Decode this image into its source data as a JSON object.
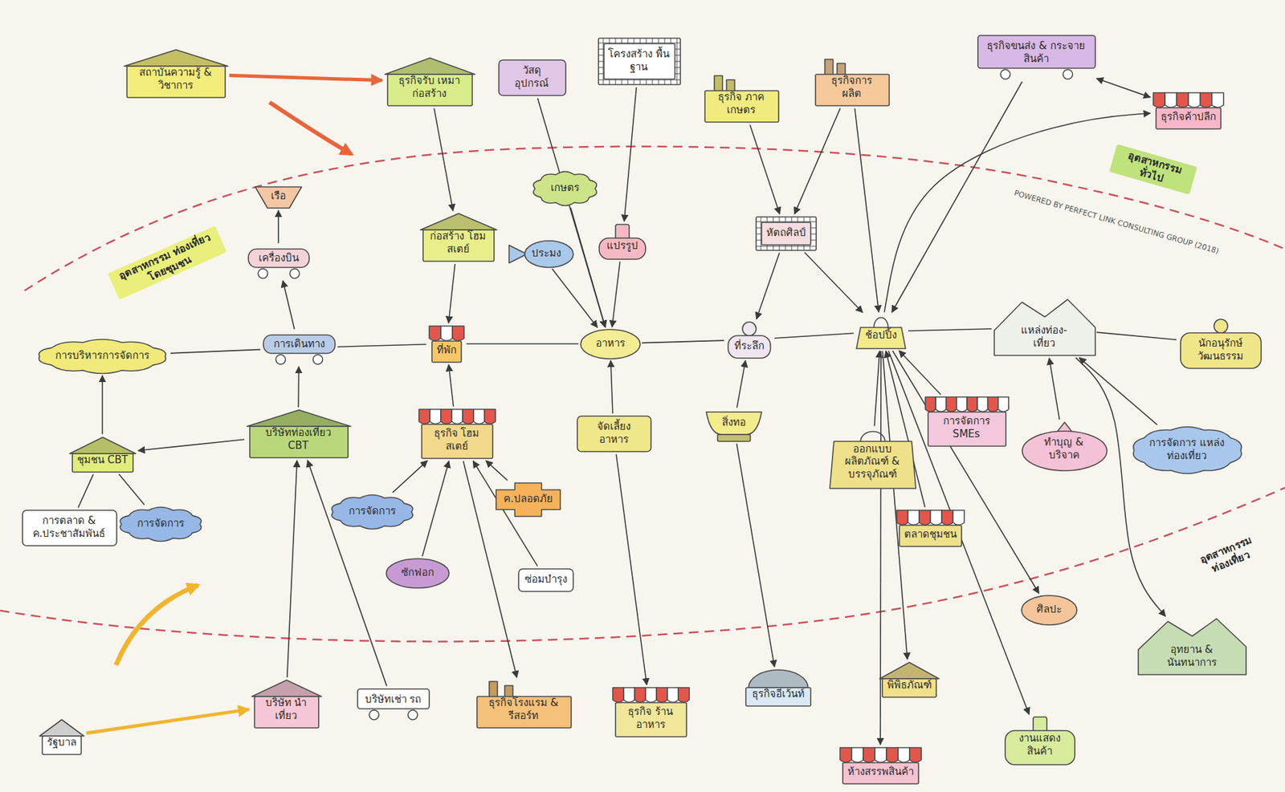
{
  "diagram": {
    "nodes": [
      {
        "text": [
          "สถาบันความรู้ & วิชาการ"
        ]
      },
      {
        "text": [
          "ธุรกิจรับ เหมาก่อสร้าง"
        ]
      },
      {
        "text": [
          "วัสดุ อุปกรณ์"
        ]
      },
      {
        "text": [
          "โครงสร้าง พื้นฐาน"
        ]
      },
      {
        "text": [
          "ธุรกิจ ภาคเกษตร"
        ]
      },
      {
        "text": [
          "ธุรกิจการ ผลิต"
        ]
      },
      {
        "text": [
          "ธุรกิจขนส่ง & กระจายสินค้า"
        ]
      },
      {
        "text": [
          "ธุรกิจค้าปลีก"
        ]
      },
      {
        "text": [
          "เรือ"
        ]
      },
      {
        "text": [
          "เครื่องบิน"
        ]
      },
      {
        "text": [
          "ก่อสร้าง โฮมสเตย์"
        ]
      },
      {
        "text": [
          "เกษตร"
        ]
      },
      {
        "text": [
          "ประมง"
        ]
      },
      {
        "text": [
          "แปรรูป"
        ]
      },
      {
        "text": [
          "หัตถศิลป์"
        ]
      },
      {
        "text": [
          "การบริหารการจัดการ"
        ]
      },
      {
        "text": [
          "การเดินทาง"
        ]
      },
      {
        "text": [
          "ที่พัก"
        ]
      },
      {
        "text": [
          "อาหาร"
        ]
      },
      {
        "text": [
          "ที่ระลึก"
        ]
      },
      {
        "text": [
          "ช้อปปิ้ง"
        ]
      },
      {
        "text": [
          "แหล่งท่อง- เที่ยว"
        ]
      },
      {
        "text": [
          "นักอนุรักษ์ วัฒนธรรม"
        ]
      },
      {
        "text": [
          "ชุมชน CBT"
        ]
      },
      {
        "text": [
          "บริษัทท่องเที่ยว CBT"
        ]
      },
      {
        "text": [
          "ธุรกิจ โฮมสเตย์"
        ]
      },
      {
        "text": [
          "จัดเลี้ยง อาหาร"
        ]
      },
      {
        "text": [
          "สิ่งทอ"
        ]
      },
      {
        "text": [
          "ออกแบบ ผลิตภัณฑ์ & บรรจุภัณฑ์"
        ]
      },
      {
        "text": [
          "การจัดการ SMEs"
        ]
      },
      {
        "text": [
          "ทำบุญ & บริจาค"
        ]
      },
      {
        "text": [
          "การจัดการ แหล่งท่องเที่ยว"
        ]
      },
      {
        "text": [
          "การตลาด & ค.ประชาสัมพันธ์"
        ]
      },
      {
        "text": [
          "การจัดการ"
        ]
      },
      {
        "text": [
          "การจัดการ"
        ]
      },
      {
        "text": [
          "ค.ปลอดภัย"
        ]
      },
      {
        "text": [
          "ซักฟอก"
        ]
      },
      {
        "text": [
          "ซ่อมบำรุง"
        ]
      },
      {
        "text": [
          "ตลาดชุมชน"
        ]
      },
      {
        "text": [
          "ศิลปะ"
        ]
      },
      {
        "text": [
          "อุทยาน & นันทนาการ"
        ]
      },
      {
        "text": [
          "รัฐบาล"
        ]
      },
      {
        "text": [
          "บริษัท นำเที่ยว"
        ]
      },
      {
        "text": [
          "บริษัทเช่า รถ"
        ]
      },
      {
        "text": [
          "ธุรกิจโรงแรม & รีสอร์ท"
        ]
      },
      {
        "text": [
          "ธุรกิจ ร้านอาหาร"
        ]
      },
      {
        "text": [
          "ธุรกิจอีเว้นท์"
        ]
      },
      {
        "text": [
          "พิพิธภัณฑ์"
        ]
      },
      {
        "text": [
          "ห้างสรรพสินค้า"
        ]
      },
      {
        "text": [
          "งานแสดง สินค้า"
        ]
      }
    ],
    "edges": [
      {
        "from": 0,
        "to": 1,
        "arrow": "to"
      },
      {
        "from": 1,
        "to": 10,
        "arrow": "to"
      },
      {
        "from": 2,
        "to": 18,
        "arrow": "to"
      },
      {
        "from": 3,
        "to": 13,
        "arrow": "to"
      },
      {
        "from": 11,
        "to": 18,
        "arrow": "to"
      },
      {
        "from": 12,
        "to": 18,
        "arrow": "to"
      },
      {
        "from": 13,
        "to": 18,
        "arrow": "to"
      },
      {
        "from": 10,
        "to": 17,
        "arrow": "to"
      },
      {
        "from": 4,
        "to": 14,
        "arrow": "to"
      },
      {
        "from": 5,
        "to": 14,
        "arrow": "to"
      },
      {
        "from": 5,
        "to": 20,
        "arrow": "to"
      },
      {
        "from": 6,
        "to": 20,
        "arrow": "to"
      },
      {
        "from": 20,
        "to": 7,
        "arrow": "to"
      },
      {
        "from": 6,
        "to": 7,
        "arrow": "both"
      },
      {
        "from": 14,
        "to": 19,
        "arrow": "to"
      },
      {
        "from": 14,
        "to": 20,
        "arrow": "to"
      },
      {
        "from": 16,
        "to": 9,
        "arrow": "to"
      },
      {
        "from": 9,
        "to": 8,
        "arrow": "to"
      },
      {
        "from": 15,
        "to": 16,
        "arrow": "none"
      },
      {
        "from": 16,
        "to": 17,
        "arrow": "none"
      },
      {
        "from": 17,
        "to": 18,
        "arrow": "none"
      },
      {
        "from": 18,
        "to": 19,
        "arrow": "none"
      },
      {
        "from": 19,
        "to": 20,
        "arrow": "none"
      },
      {
        "from": 20,
        "to": 21,
        "arrow": "none"
      },
      {
        "from": 21,
        "to": 22,
        "arrow": "none"
      },
      {
        "from": 23,
        "to": 15,
        "arrow": "to"
      },
      {
        "from": 24,
        "to": 23,
        "arrow": "to"
      },
      {
        "from": 24,
        "to": 16,
        "arrow": "to"
      },
      {
        "from": 32,
        "to": 23,
        "arrow": "none"
      },
      {
        "from": 33,
        "to": 23,
        "arrow": "none"
      },
      {
        "from": 42,
        "to": 24,
        "arrow": "to"
      },
      {
        "from": 43,
        "to": 24,
        "arrow": "to"
      },
      {
        "from": 25,
        "to": 17,
        "arrow": "to"
      },
      {
        "from": 34,
        "to": 25,
        "arrow": "to"
      },
      {
        "from": 36,
        "to": 25,
        "arrow": "to"
      },
      {
        "from": 37,
        "to": 25,
        "arrow": "to"
      },
      {
        "from": 35,
        "to": 25,
        "arrow": "to"
      },
      {
        "from": 25,
        "to": 44,
        "arrow": "to"
      },
      {
        "from": 26,
        "to": 18,
        "arrow": "to"
      },
      {
        "from": 26,
        "to": 45,
        "arrow": "to"
      },
      {
        "from": 27,
        "to": 19,
        "arrow": "to"
      },
      {
        "from": 27,
        "to": 46,
        "arrow": "to"
      },
      {
        "from": 28,
        "to": 20,
        "arrow": "to"
      },
      {
        "from": 29,
        "to": 20,
        "arrow": "to"
      },
      {
        "from": 38,
        "to": 20,
        "arrow": "to"
      },
      {
        "from": 20,
        "to": 47,
        "arrow": "to"
      },
      {
        "from": 20,
        "to": 48,
        "arrow": "to"
      },
      {
        "from": 20,
        "to": 49,
        "arrow": "to"
      },
      {
        "from": 20,
        "to": 39,
        "arrow": "to"
      },
      {
        "from": 30,
        "to": 21,
        "arrow": "to"
      },
      {
        "from": 31,
        "to": 21,
        "arrow": "to"
      },
      {
        "from": 21,
        "to": 40,
        "arrow": "to"
      },
      {
        "from": 41,
        "to": 42,
        "arrow": "to"
      }
    ],
    "labels": [
      "อุตสาหกรรม ท่องเที่ยวโดยชุมชน",
      "อุตสาหกรรม ทั่วไป",
      "POWERED BY PERFECT LINK CONSULTING GROUP (2018)",
      "อุตสาหกรรม ท่องเที่ยว"
    ]
  }
}
